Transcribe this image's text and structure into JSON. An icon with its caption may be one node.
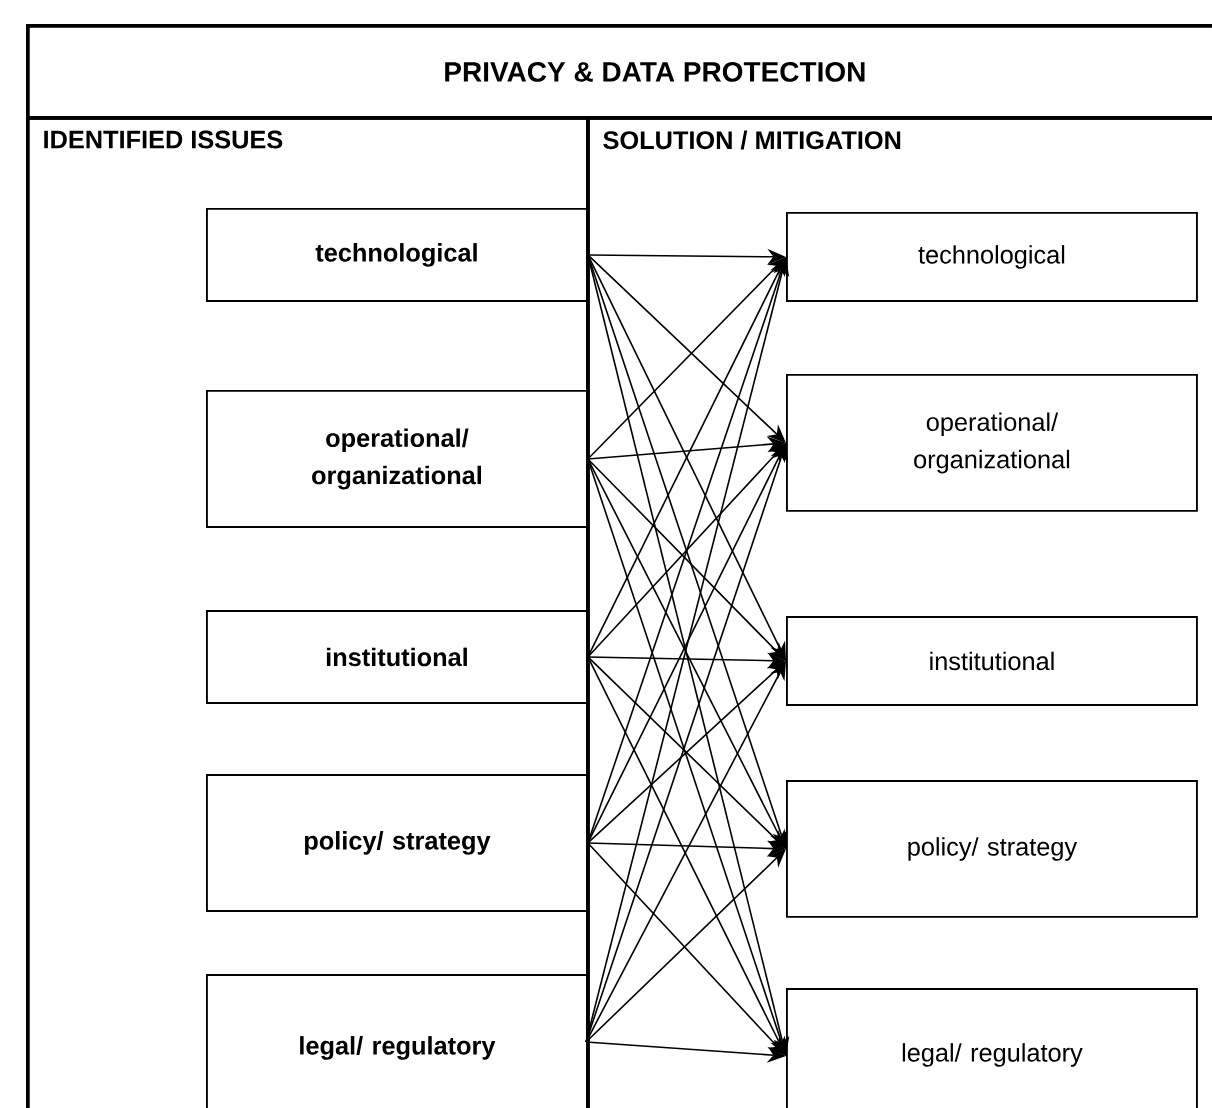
{
  "diagram": {
    "title": "PRIVACY & DATA PROTECTION",
    "nodes": [
      {
        "text": [
          "IDENTIFIED  ISSUES"
        ]
      },
      {
        "text": [
          "technological"
        ],
        "in": 0
      },
      {
        "text": [
          "operational/ organizational"
        ],
        "in": 0
      },
      {
        "text": [
          "institutional"
        ],
        "in": 0
      },
      {
        "text": [
          "policy/ strategy"
        ],
        "in": 0
      },
      {
        "text": [
          "legal/ regulatory"
        ],
        "in": 0
      },
      {
        "text": [
          "SOLUTION  / MITIGATION"
        ]
      },
      {
        "text": [
          "technological"
        ],
        "in": 6
      },
      {
        "text": [
          "operational/ organizational"
        ],
        "in": 6
      },
      {
        "text": [
          "institutional"
        ],
        "in": 6
      },
      {
        "text": [
          "policy/ strategy"
        ],
        "in": 6
      },
      {
        "text": [
          "legal/ regulatory"
        ],
        "in": 6
      }
    ],
    "edges": [
      {
        "from": 1,
        "to": 7,
        "arrow": "to"
      },
      {
        "from": 1,
        "to": 8,
        "arrow": "to"
      },
      {
        "from": 1,
        "to": 9,
        "arrow": "to"
      },
      {
        "from": 1,
        "to": 10,
        "arrow": "to"
      },
      {
        "from": 1,
        "to": 11,
        "arrow": "to"
      },
      {
        "from": 2,
        "to": 7,
        "arrow": "to"
      },
      {
        "from": 2,
        "to": 8,
        "arrow": "to"
      },
      {
        "from": 2,
        "to": 9,
        "arrow": "to"
      },
      {
        "from": 2,
        "to": 10,
        "arrow": "to"
      },
      {
        "from": 2,
        "to": 11,
        "arrow": "to"
      },
      {
        "from": 3,
        "to": 7,
        "arrow": "to"
      },
      {
        "from": 3,
        "to": 8,
        "arrow": "to"
      },
      {
        "from": 3,
        "to": 9,
        "arrow": "to"
      },
      {
        "from": 3,
        "to": 10,
        "arrow": "to"
      },
      {
        "from": 3,
        "to": 11,
        "arrow": "to"
      },
      {
        "from": 4,
        "to": 7,
        "arrow": "to"
      },
      {
        "from": 4,
        "to": 8,
        "arrow": "to"
      },
      {
        "from": 4,
        "to": 9,
        "arrow": "to"
      },
      {
        "from": 4,
        "to": 10,
        "arrow": "to"
      },
      {
        "from": 4,
        "to": 11,
        "arrow": "to"
      },
      {
        "from": 5,
        "to": 7,
        "arrow": "to"
      },
      {
        "from": 5,
        "to": 8,
        "arrow": "to"
      },
      {
        "from": 5,
        "to": 9,
        "arrow": "to"
      },
      {
        "from": 5,
        "to": 10,
        "arrow": "to"
      },
      {
        "from": 5,
        "to": 11,
        "arrow": "to"
      }
    ]
  }
}
